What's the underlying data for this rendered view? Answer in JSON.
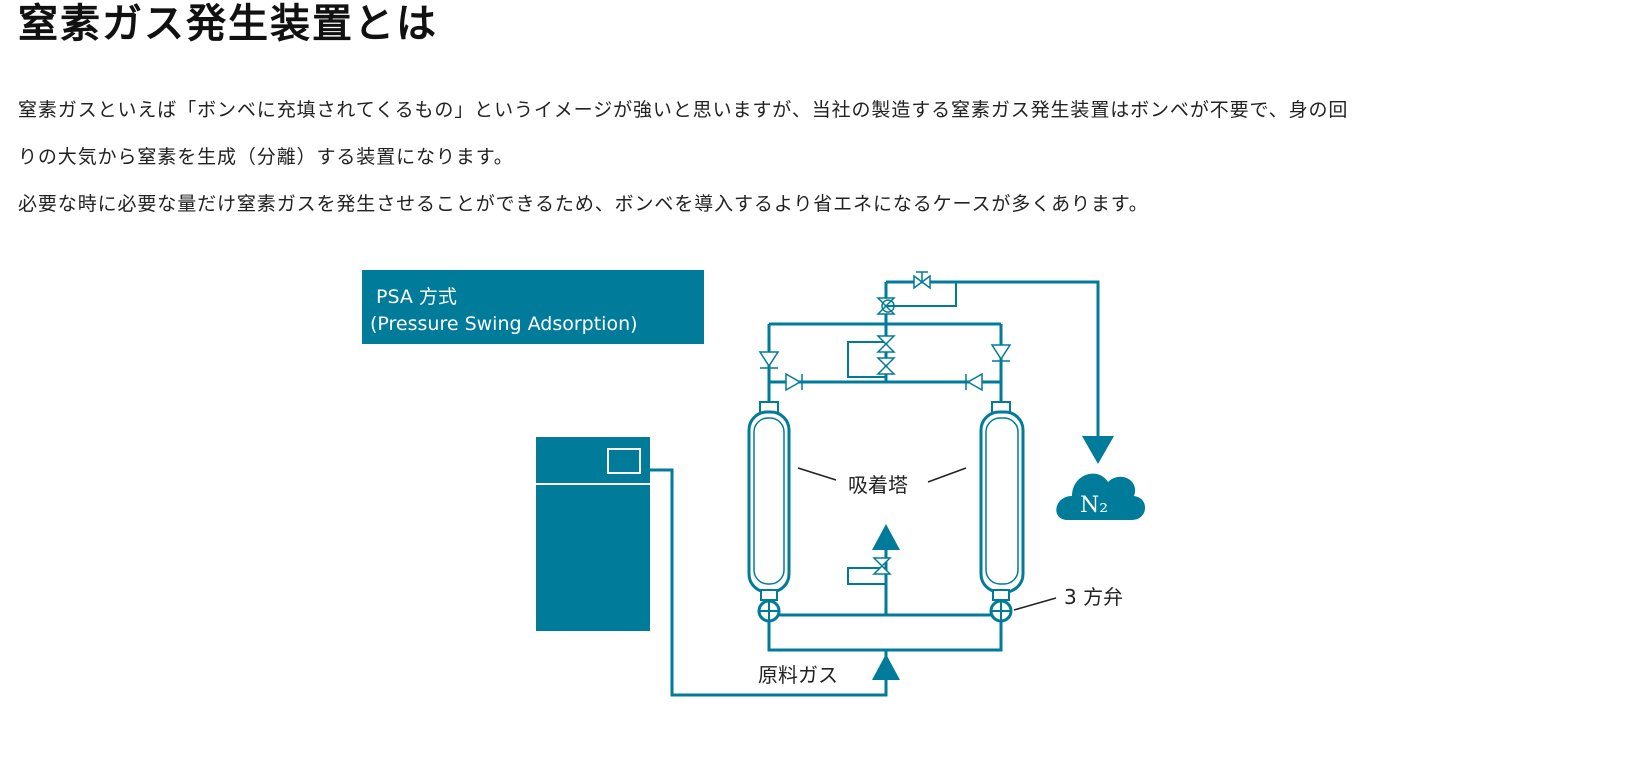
{
  "page": {
    "title": "窒素ガス発生装置とは",
    "paragraphs": [
      "窒素ガスといえば「ボンベに充填されてくるもの」というイメージが強いと思いますが、当社の製造する窒素ガス発生装置はボンベが不要で、身の回",
      "りの大気から窒素を生成（分離）する装置になります。",
      "必要な時に必要な量だけ窒素ガスを発生させることができるため、ボンベを導入するより省エネになるケースが多くあります。"
    ]
  },
  "diagram": {
    "accent_color": "#007b9a",
    "method_label_line1": "PSA 方式",
    "method_label_line2": "(Pressure Swing Adsorption)",
    "adsorption_tower_label": "吸着塔",
    "three_way_valve_label": "3 方弁",
    "raw_gas_label": "原料ガス",
    "output_label": "N₂",
    "icons": [
      "compressor-icon",
      "adsorption-tower-icon",
      "check-valve-icon",
      "needle-valve-icon",
      "three-way-valve-icon",
      "flow-arrow-icon",
      "cloud-icon"
    ]
  }
}
